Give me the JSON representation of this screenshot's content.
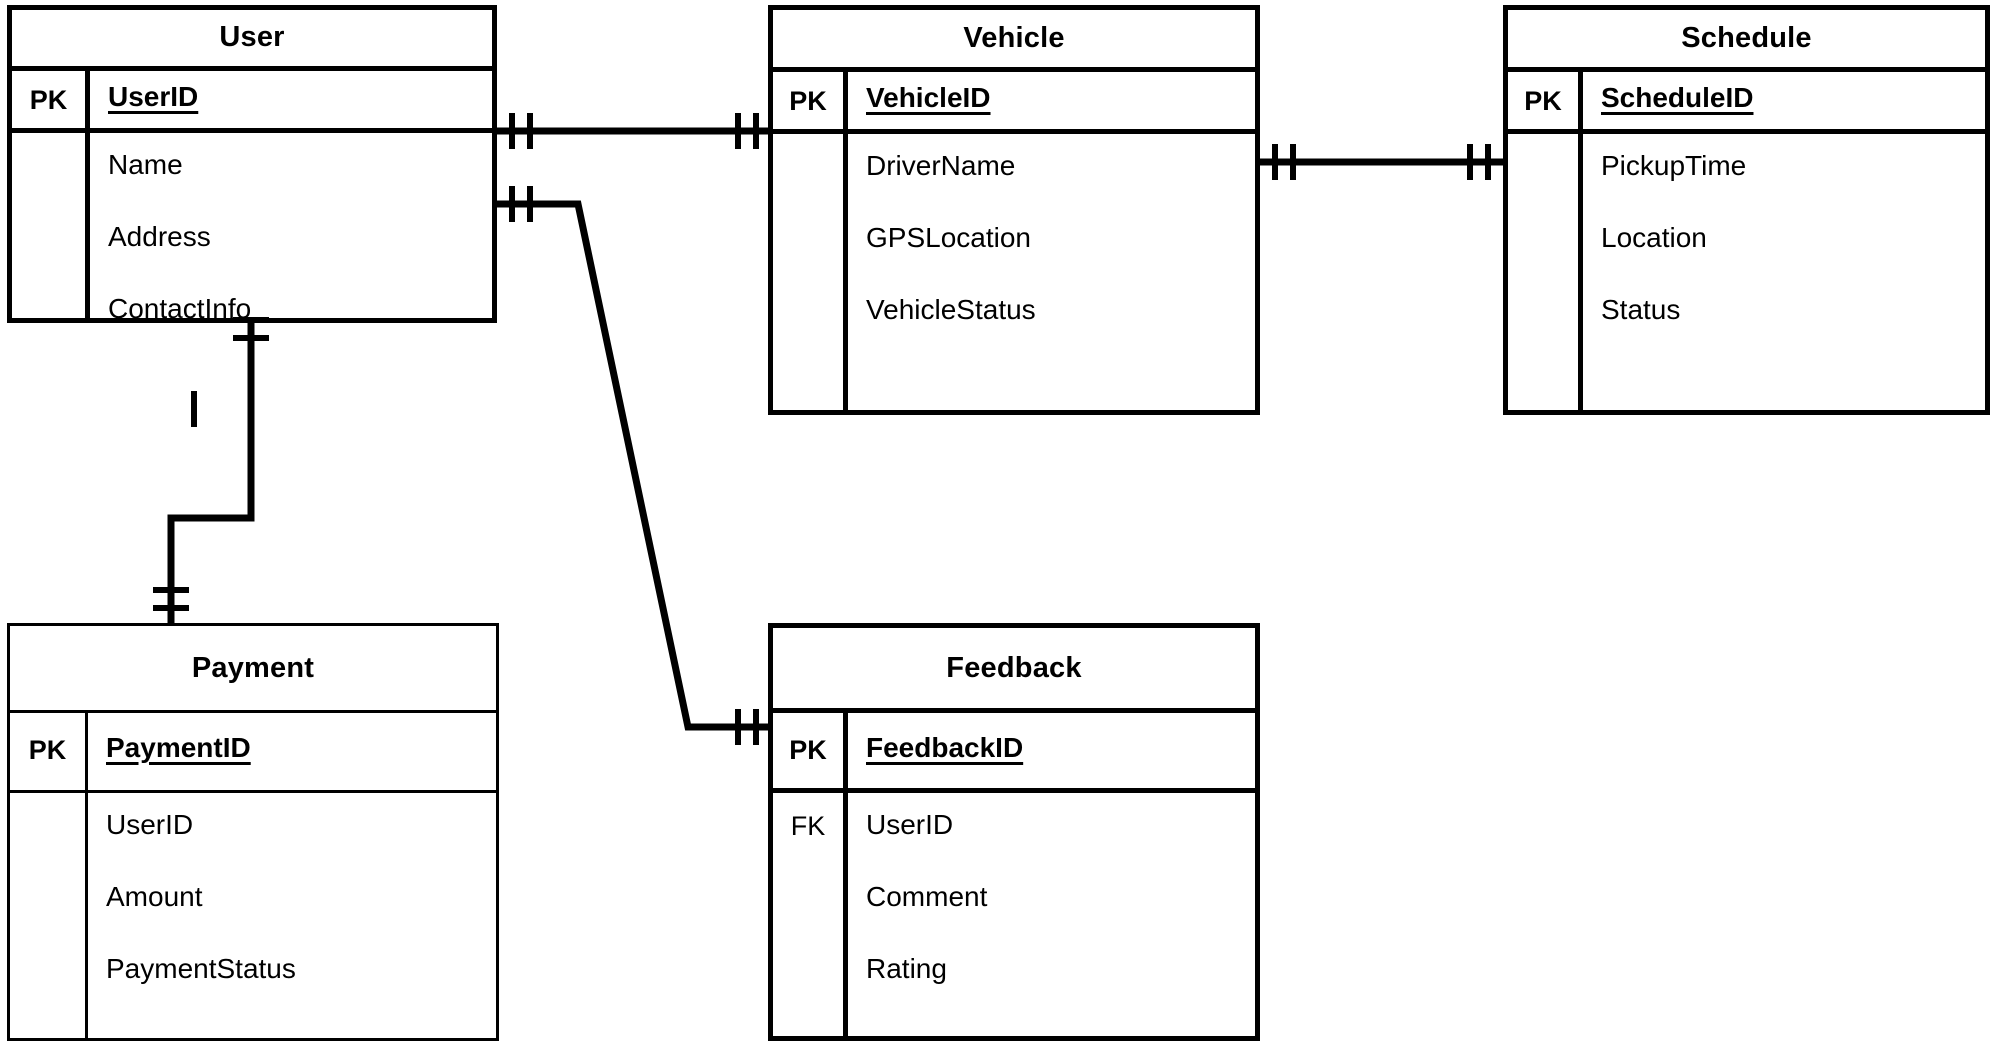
{
  "diagram": {
    "type": "entity-relationship-diagram",
    "notation": "crows-foot",
    "background_color": "#ffffff",
    "line_color": "#000000",
    "entities": [
      {
        "id": "user",
        "name": "User",
        "key_labels": [
          "PK",
          ""
        ],
        "primary_key": "UserID",
        "attributes": [
          "Name",
          "Address",
          "ContactInfo"
        ]
      },
      {
        "id": "vehicle",
        "name": "Vehicle",
        "key_labels": [
          "PK",
          ""
        ],
        "primary_key": "VehicleID",
        "attributes": [
          "DriverName",
          "GPSLocation",
          "VehicleStatus"
        ]
      },
      {
        "id": "schedule",
        "name": "Schedule",
        "key_labels": [
          "PK",
          ""
        ],
        "primary_key": "ScheduleID",
        "attributes": [
          "PickupTime",
          "Location",
          "Status"
        ]
      },
      {
        "id": "payment",
        "name": "Payment",
        "key_labels": [
          "PK",
          ""
        ],
        "primary_key": "PaymentID",
        "attributes": [
          "UserID",
          "Amount",
          "PaymentStatus"
        ]
      },
      {
        "id": "feedback",
        "name": "Feedback",
        "key_labels": [
          "PK",
          "FK"
        ],
        "primary_key": "FeedbackID",
        "attributes": [
          "UserID",
          "Comment",
          "Rating"
        ]
      }
    ],
    "relationships": [
      {
        "id": "user-vehicle",
        "from": "user",
        "to": "vehicle",
        "from_cardinality": "one-and-only-one",
        "to_cardinality": "one-and-only-one"
      },
      {
        "id": "vehicle-schedule",
        "from": "vehicle",
        "to": "schedule",
        "from_cardinality": "one-and-only-one",
        "to_cardinality": "one-and-only-one"
      },
      {
        "id": "user-payment",
        "from": "user",
        "to": "payment",
        "from_cardinality": "one-and-only-one",
        "to_cardinality": "one-and-only-one"
      },
      {
        "id": "user-feedback",
        "from": "user",
        "to": "feedback",
        "from_cardinality": "one-and-only-one",
        "to_cardinality": "one-and-only-one"
      }
    ]
  }
}
